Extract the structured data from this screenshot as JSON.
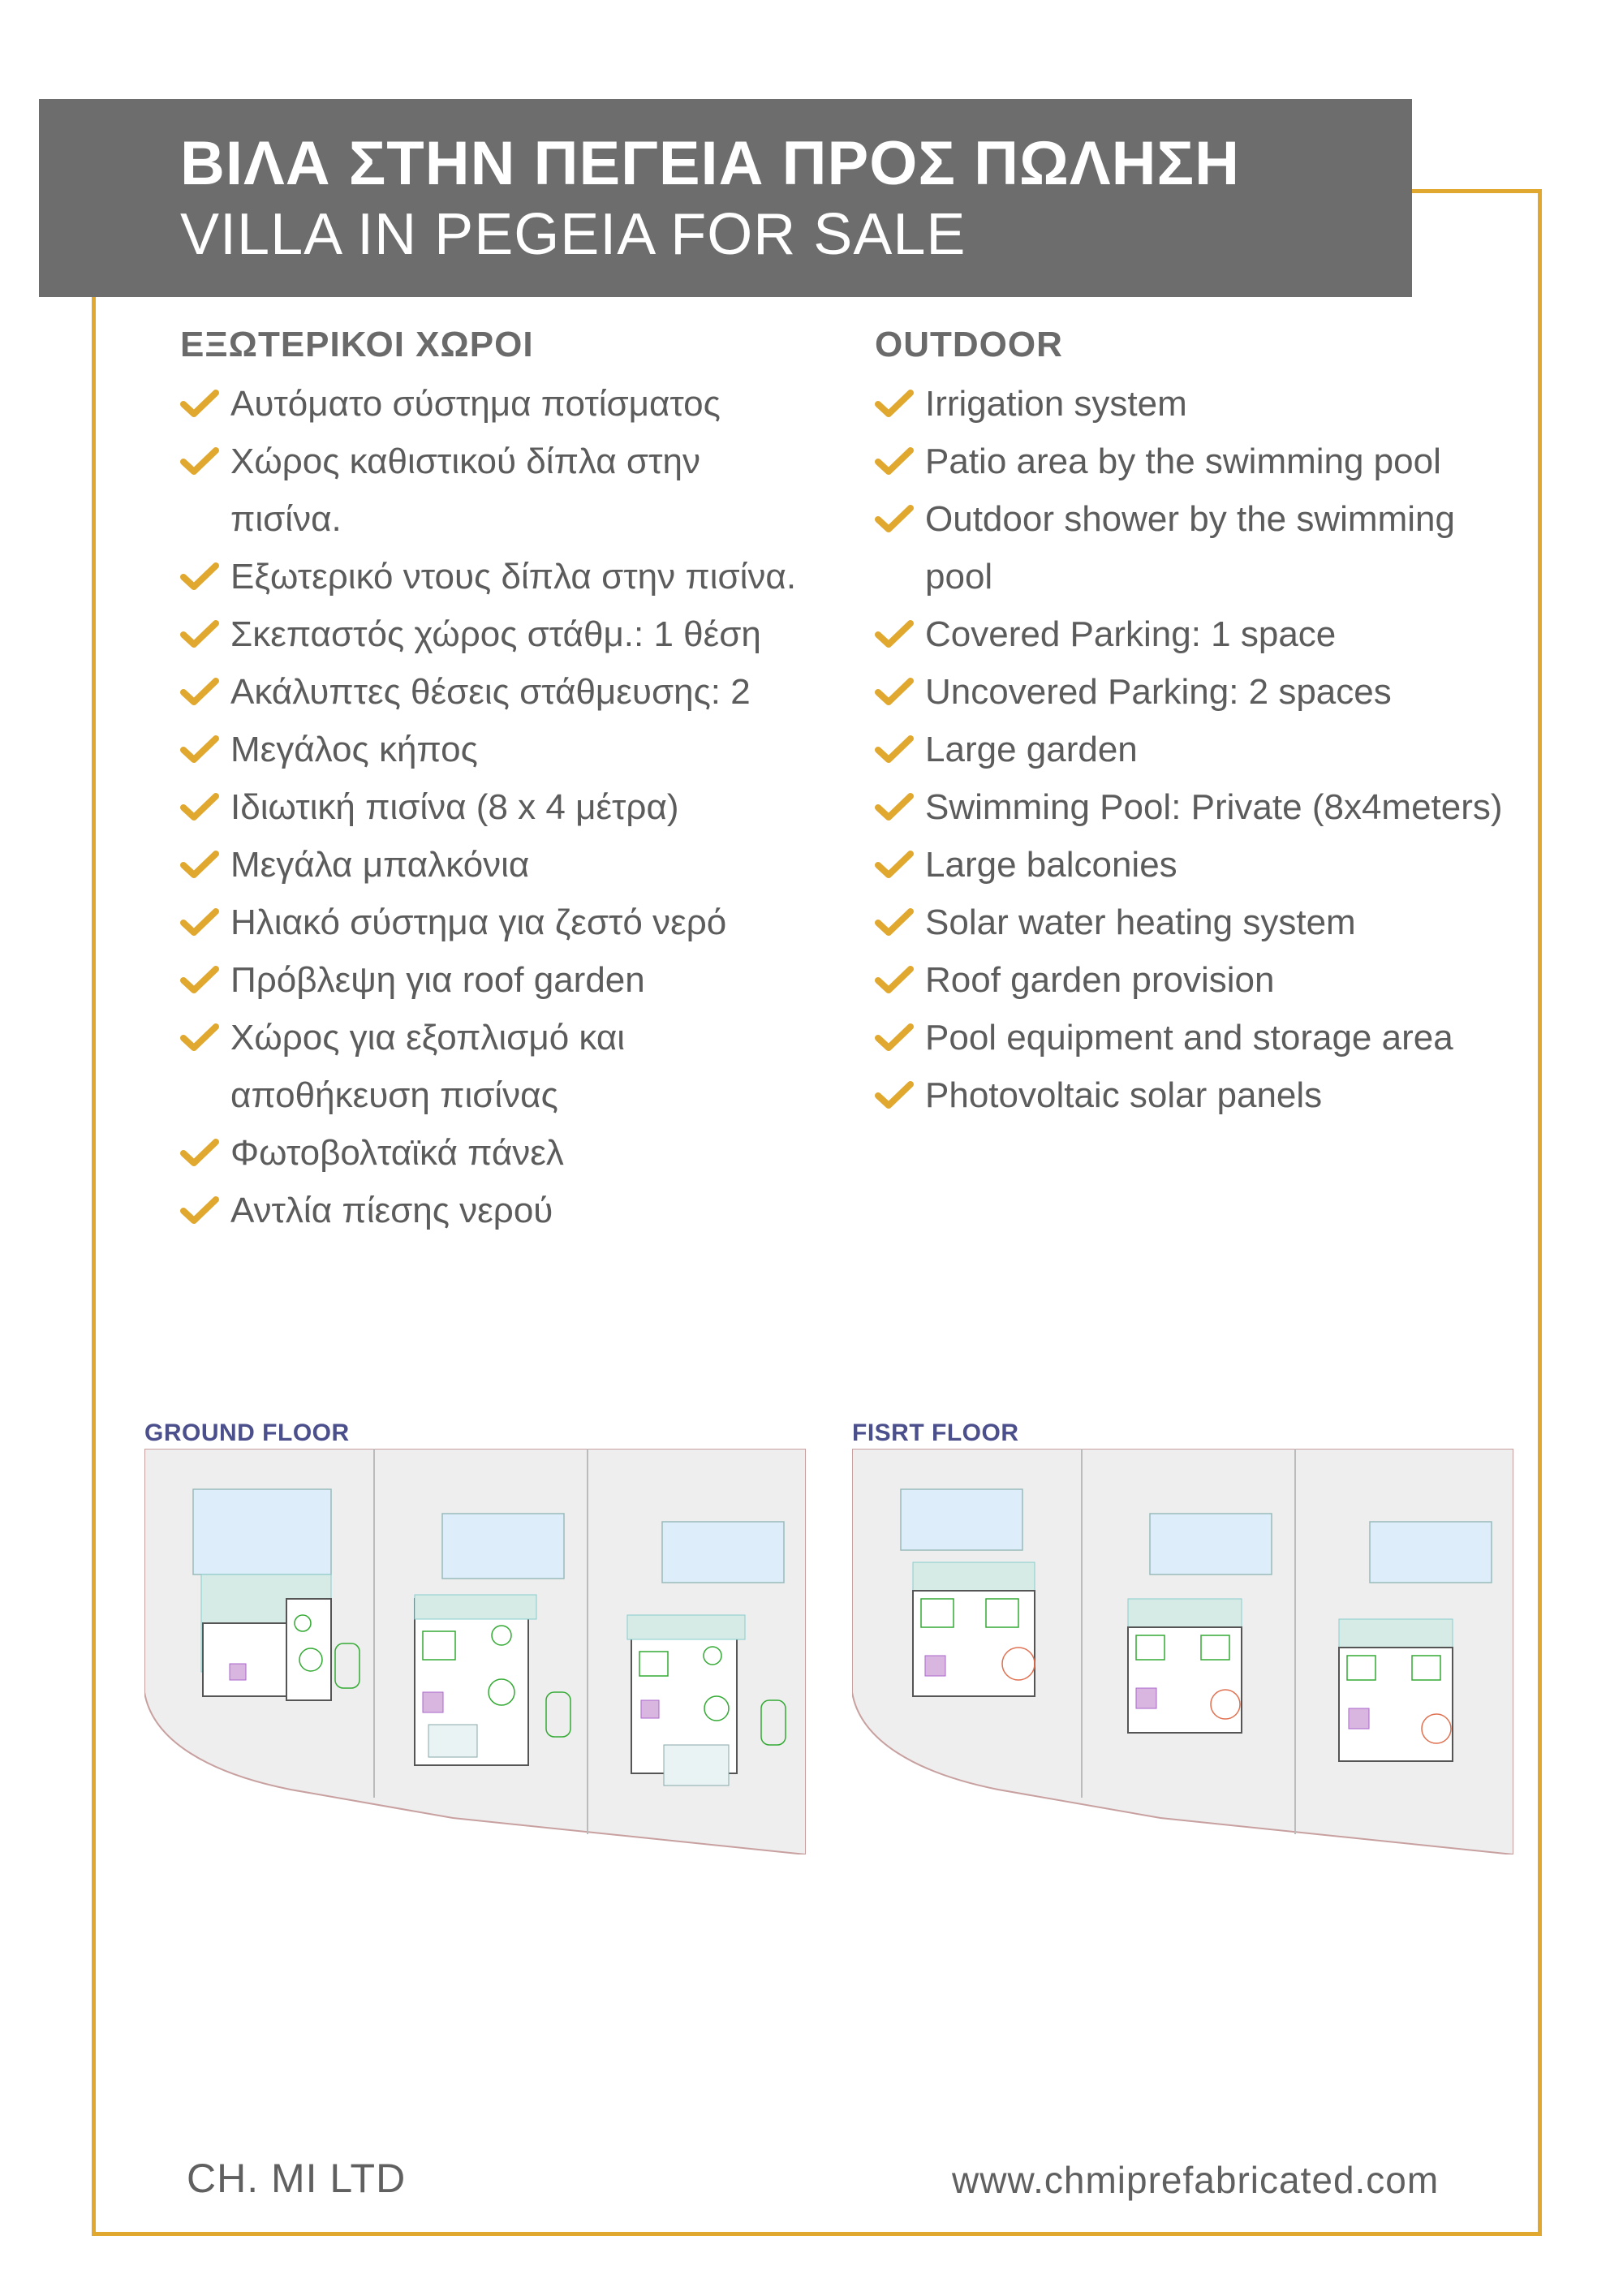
{
  "header": {
    "title_gr": "ΒΙΛΑ ΣΤΗΝ ΠΕΓΕΙΑ ΠΡΟΣ ΠΩΛΗΣΗ",
    "title_en": "VILLA IN PEGEIA FOR SALE"
  },
  "left_column": {
    "heading": "ΕΞΩΤΕΡΙΚΟΙ ΧΩΡΟΙ",
    "items": [
      "Αυτόματο σύστημα ποτίσματος",
      "Χώρος καθιστικού δίπλα στην πισίνα.",
      "Εξωτερικό ντους δίπλα στην πισίνα.",
      "Σκεπαστός χώρος στάθμ.: 1 θέση",
      "Ακάλυπτες θέσεις στάθμευσης: 2",
      "Μεγάλος κήπος",
      "Ιδιωτική πισίνα (8 x 4 μέτρα)",
      "Μεγάλα μπαλκόνια",
      "Ηλιακό σύστημα για ζεστό νερό",
      "Πρόβλεψη για roof garden",
      "Χώρος για εξοπλισμό και αποθήκευση πισίνας",
      "Φωτοβολταϊκά πάνελ",
      "Αντλία πίεσης νερού"
    ]
  },
  "right_column": {
    "heading": "OUTDOOR",
    "items": [
      "Irrigation system",
      "Patio area by the swimming pool",
      "Outdoor shower by the swimming pool",
      "Covered Parking: 1 space",
      "Uncovered Parking: 2 spaces",
      "Large garden",
      "Swimming Pool: Private (8x4meters)",
      "Large balconies",
      "Solar water heating system",
      "Roof garden provision",
      "Pool equipment and storage area",
      "Photovoltaic solar panels"
    ]
  },
  "plans": {
    "ground_label": "GROUND FLOOR",
    "first_label": "FISRT FLOOR"
  },
  "footer": {
    "company": "CH. MI LTD",
    "website": "www.chmiprefabricated.com"
  },
  "colors": {
    "accent": "#e0a82e",
    "band": "#6d6d6d",
    "plan_label": "#4b4f8c"
  }
}
